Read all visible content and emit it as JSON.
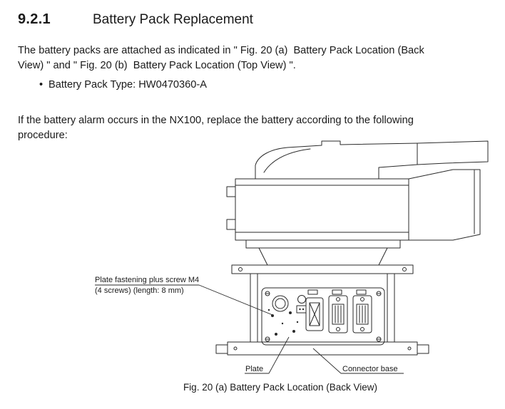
{
  "document": {
    "heading": {
      "number": "9.2.1",
      "title": "Battery Pack Replacement"
    },
    "paragraph1_lines": [
      "The battery packs are attached as indicated in \" Fig. 20 (a)  Battery Pack Location (Back",
      "View) \" and \" Fig. 20 (b)  Battery Pack Location (Top View) \"."
    ],
    "bullet": {
      "marker": "•",
      "text": "Battery Pack Type: HW0470360-A"
    },
    "paragraph2_lines": [
      "If the battery alarm occurs in the NX100, replace the battery according to the following",
      "procedure:"
    ],
    "figure": {
      "callout_screw_line1": "Plate fastening plus screw M4",
      "callout_screw_line2": "(4 screws) (length: 8 mm)",
      "callout_plate": "Plate",
      "callout_connector_base": "Connector base",
      "caption": "Fig. 20 (a)  Battery Pack Location (Back View)"
    }
  }
}
